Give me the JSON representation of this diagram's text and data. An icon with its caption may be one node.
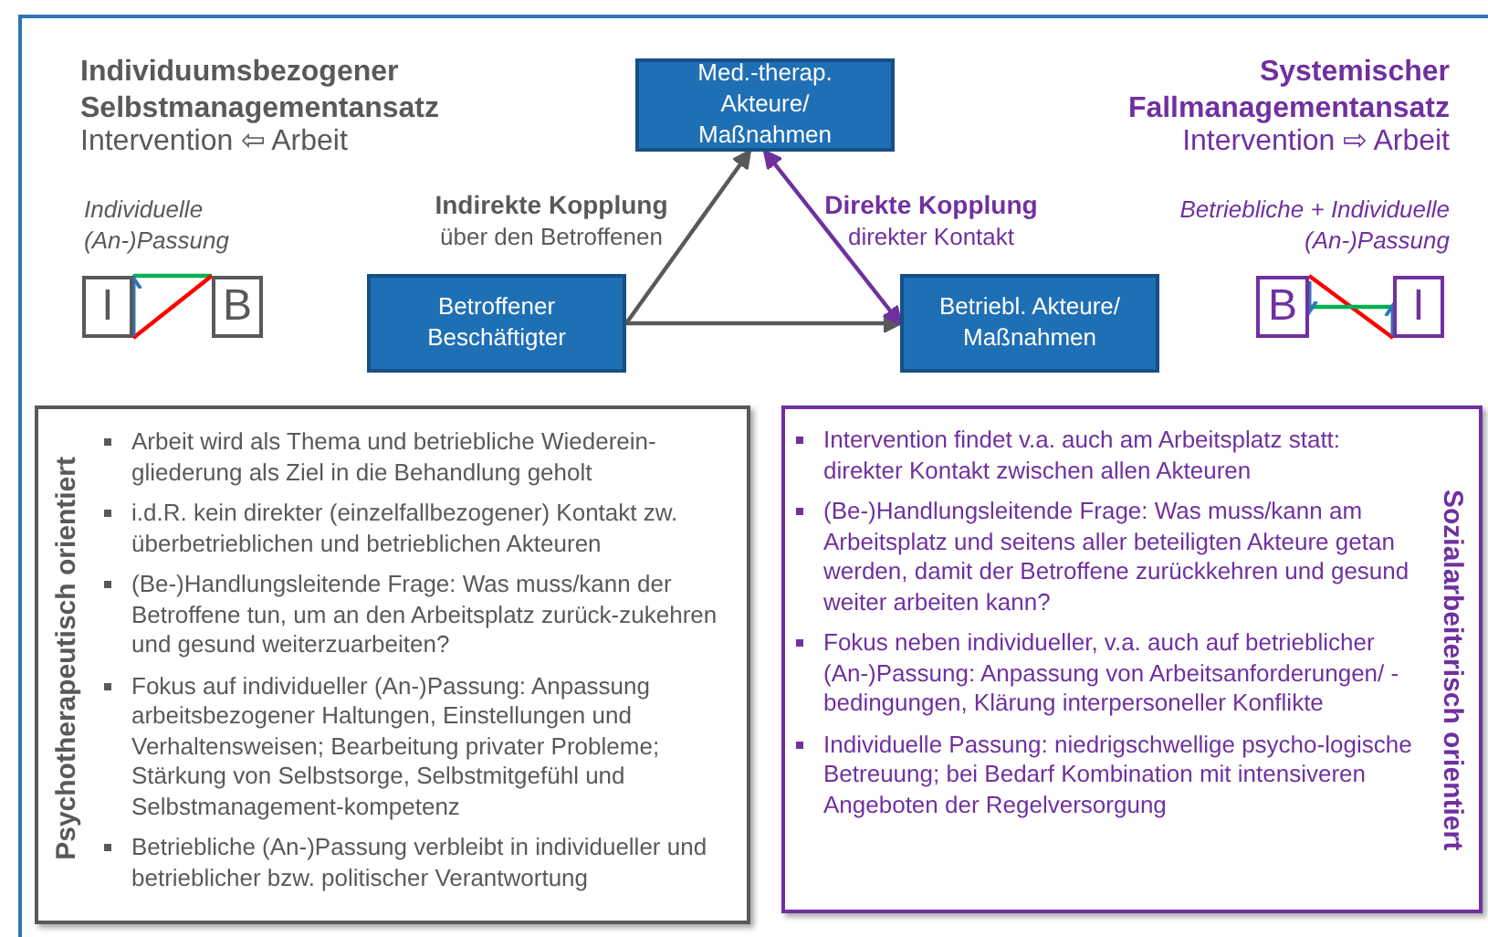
{
  "diagram": {
    "nodes": [
      {
        "text": [
          "Med.-therap. Akteure/ Maßnahmen"
        ]
      },
      {
        "text": [
          "Betroffener Beschäftigter"
        ]
      },
      {
        "text": [
          "Betriebl. Akteure/ Maßnahmen"
        ]
      },
      {
        "text": [
          "I"
        ]
      },
      {
        "text": [
          "B"
        ]
      },
      {
        "text": [
          "B"
        ]
      },
      {
        "text": [
          "I"
        ]
      },
      {
        "text": [
          "Psychotherapeutisch orientiert",
          "Arbeit wird als Thema und betriebliche Wiederein-gliederung als Ziel in die Behandlung geholt",
          "i.d.R. kein direkter (einzelfallbezogener) Kontakt zw. überbetrieblichen und betrieblichen Akteuren",
          "(Be-)Handlungsleitende Frage: Was muss/kann der Betroffene tun, um an den Arbeitsplatz zurück-zukehren und gesund weiterzuarbeiten?",
          "Fokus auf individueller (An-)Passung: Anpassung arbeitsbezogener Haltungen, Einstellungen und Verhaltensweisen; Bearbeitung privater Probleme; Stärkung von Selbstsorge, Selbstmitgefühl und Selbstmanagement-kompetenz",
          "Betriebliche (An-)Passung verbleibt in individueller und betrieblicher bzw. politischer Verantwortung"
        ]
      },
      {
        "text": [
          "Sozialarbeiterisch orientiert",
          "Intervention findet v.a. auch am Arbeitsplatz statt: direkter Kontakt zwischen allen Akteuren",
          "(Be-)Handlungsleitende Frage: Was muss/kann am Arbeitsplatz und seitens aller beteiligten Akteure getan werden, damit der Betroffene zurückkehren und gesund weiter arbeiten kann?",
          "Fokus neben individueller, v.a. auch auf betrieblicher (An-)Passung: Anpassung von Arbeitsanforderungen/ -bedingungen, Klärung interpersoneller Konflikte",
          "Individuelle Passung: niedrigschwellige psycho-logische Betreuung; bei Bedarf Kombination mit intensiveren Angeboten der Regelversorgung"
        ]
      }
    ],
    "edges": [
      {
        "from": 1,
        "to": 0,
        "arrow": "to"
      },
      {
        "from": 1,
        "to": 2,
        "arrow": "to"
      },
      {
        "from": 0,
        "to": 2,
        "arrow": "both",
        "color": "#7030a0"
      },
      {
        "from": 3,
        "to": 4,
        "arrow": "none",
        "color": "#00b050"
      },
      {
        "from": 3,
        "to": 4,
        "arrow": "none",
        "color": "#ff0000"
      },
      {
        "from": 5,
        "to": 6,
        "arrow": "none",
        "color": "#ff0000"
      },
      {
        "from": 5,
        "to": 6,
        "arrow": "none",
        "color": "#00b050"
      }
    ],
    "labels": [
      "Individuumsbezogener Selbstmanagementansatz",
      "Intervention ⇦ Arbeit",
      "Individuelle (An-)Passung",
      "Indirekte Kopplung",
      "über den Betroffenen",
      "Systemischer Fallmanagementansatz",
      "Intervention ⇨ Arbeit",
      "Direkte Kopplung",
      "direkter Kontakt",
      "Betriebliche + Individuelle (An-)Passung"
    ]
  }
}
